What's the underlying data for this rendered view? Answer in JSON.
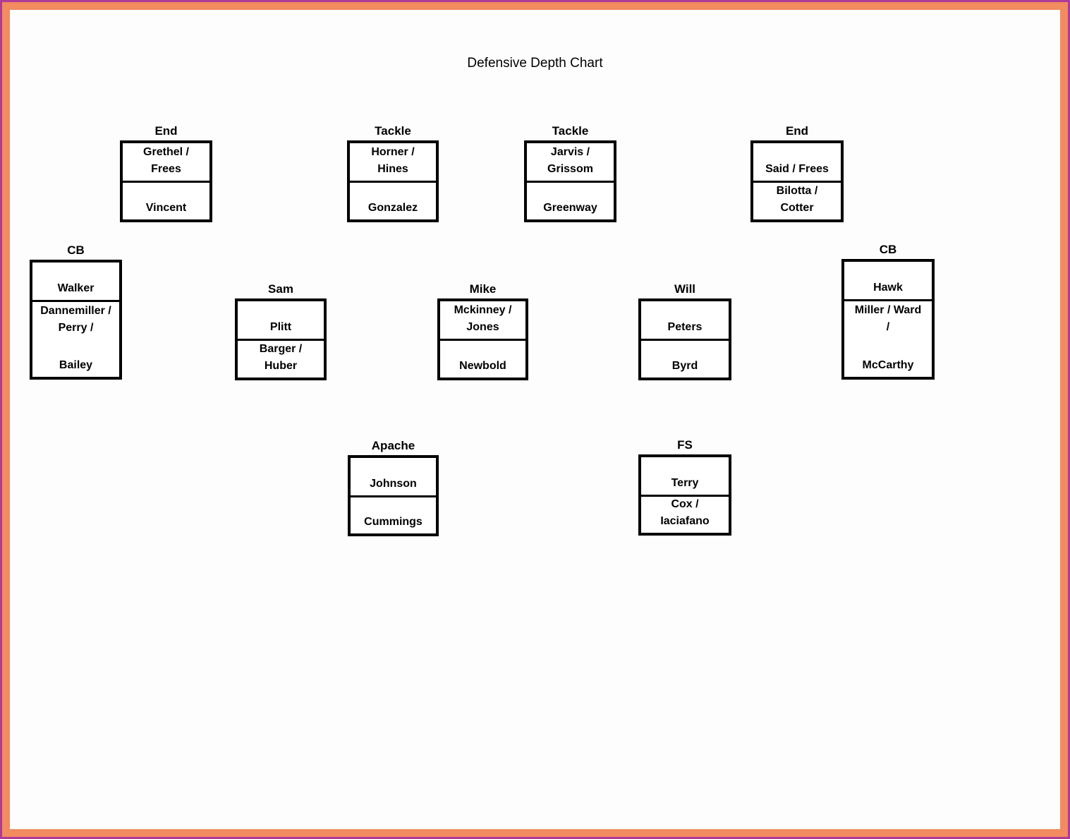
{
  "title": "Defensive Depth Chart",
  "frame": {
    "outer_border_color": "#ae3b98",
    "inner_border_color": "#f28b60",
    "box_border_color": "#000000"
  },
  "boxes": [
    {
      "label": "End",
      "cell1": [
        "Grethel /",
        "Frees"
      ],
      "cell2": [
        "Vincent"
      ]
    },
    {
      "label": "Tackle",
      "cell1": [
        "Horner /",
        "Hines"
      ],
      "cell2": [
        "Gonzalez"
      ]
    },
    {
      "label": "Tackle",
      "cell1": [
        "Jarvis /",
        "Grissom"
      ],
      "cell2": [
        "Greenway"
      ]
    },
    {
      "label": "End",
      "cell1": [
        "Said / Frees"
      ],
      "cell2": [
        "Bilotta /",
        "Cotter"
      ]
    },
    {
      "label": "CB",
      "cell1": [
        "Walker"
      ],
      "cell2_top": [
        "Dannemiller /",
        "Perry /"
      ],
      "cell2_bottom": "Bailey"
    },
    {
      "label": "Sam",
      "cell1": [
        "Plitt"
      ],
      "cell2": [
        "Barger /",
        "Huber"
      ]
    },
    {
      "label": "Mike",
      "cell1": [
        "Mckinney /",
        "Jones"
      ],
      "cell2": [
        "Newbold"
      ]
    },
    {
      "label": "Will",
      "cell1": [
        "Peters"
      ],
      "cell2": [
        "Byrd"
      ]
    },
    {
      "label": "CB",
      "cell1": [
        "Hawk"
      ],
      "cell2_top": [
        "Miller / Ward",
        "/"
      ],
      "cell2_bottom": "McCarthy"
    },
    {
      "label": "Apache",
      "cell1": [
        "Johnson"
      ],
      "cell2": [
        "Cummings"
      ]
    },
    {
      "label": "FS",
      "cell1": [
        "Terry"
      ],
      "cell2": [
        "Cox /",
        "Iaciafano"
      ]
    }
  ]
}
